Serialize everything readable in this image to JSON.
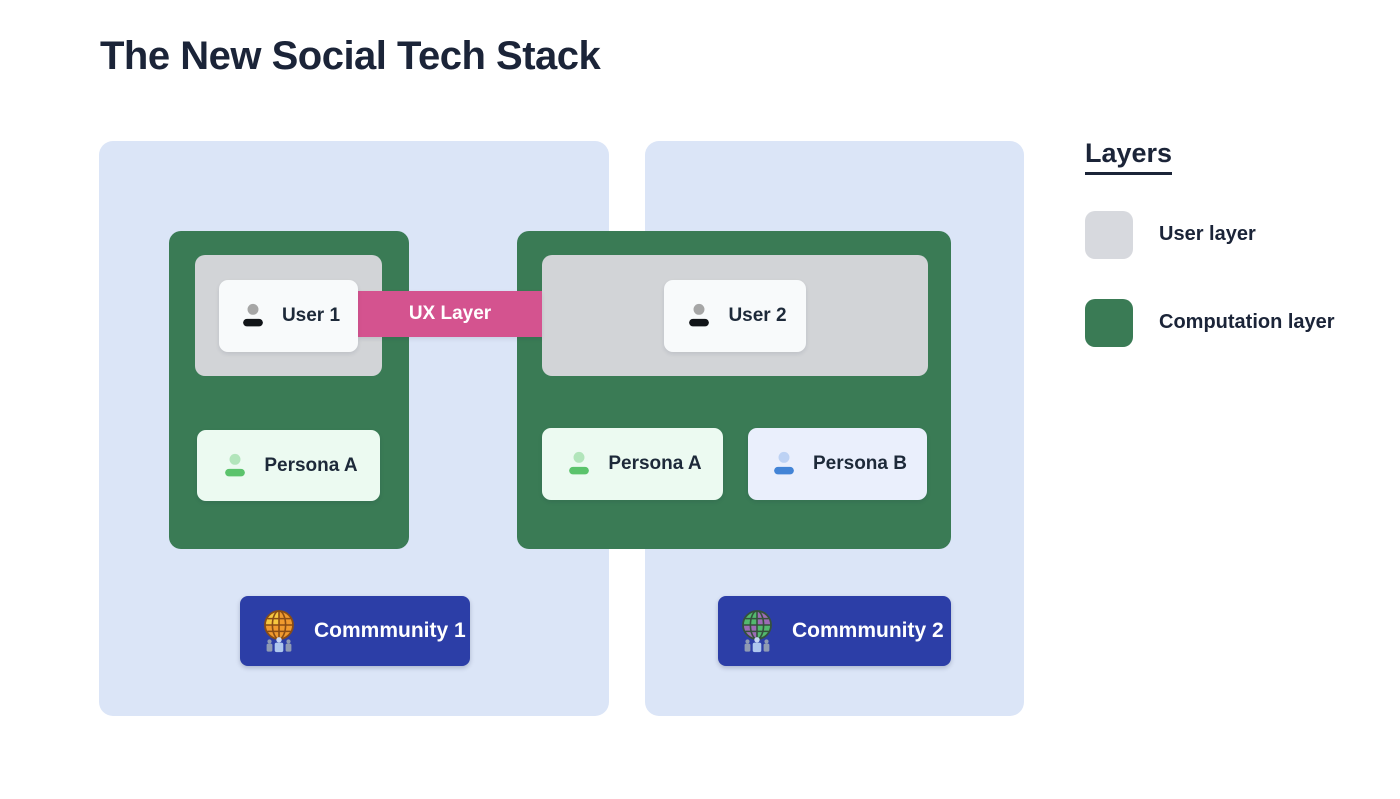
{
  "title": "The New Social Tech Stack",
  "ux_layer": {
    "label": "UX Layer",
    "color": "#d4538f"
  },
  "users": [
    {
      "label": "User 1",
      "icon": "person-icon"
    },
    {
      "label": "User 2",
      "icon": "person-icon"
    }
  ],
  "personas": {
    "community1": [
      {
        "label": "Persona A",
        "icon": "person-icon",
        "bg": "#ecfaf1"
      }
    ],
    "community2": [
      {
        "label": "Persona A",
        "icon": "person-icon",
        "bg": "#ecfaf1"
      },
      {
        "label": "Persona B",
        "icon": "person-icon",
        "bg": "#eaeffc"
      }
    ]
  },
  "communities": [
    {
      "label": "Commmunity 1",
      "icon": "globe-people-icon",
      "globe_color": "#f09a2e"
    },
    {
      "label": "Commmunity 2",
      "icon": "globe-people-icon",
      "globe_color": "#53b96e"
    }
  ],
  "legend": {
    "title": "Layers",
    "items": [
      {
        "label": "User layer",
        "color": "#d7d9de"
      },
      {
        "label": "Computation layer",
        "color": "#3a7b55"
      }
    ]
  },
  "colors": {
    "background": "#ffffff",
    "community_panel": "#dbe5f7",
    "computation_layer": "#3a7b55",
    "user_layer_box": "#d2d4d7",
    "card": "#f8fafb",
    "community_badge": "#2c3ea7",
    "text_dark": "#1d2939",
    "text_light": "#ffffff"
  }
}
